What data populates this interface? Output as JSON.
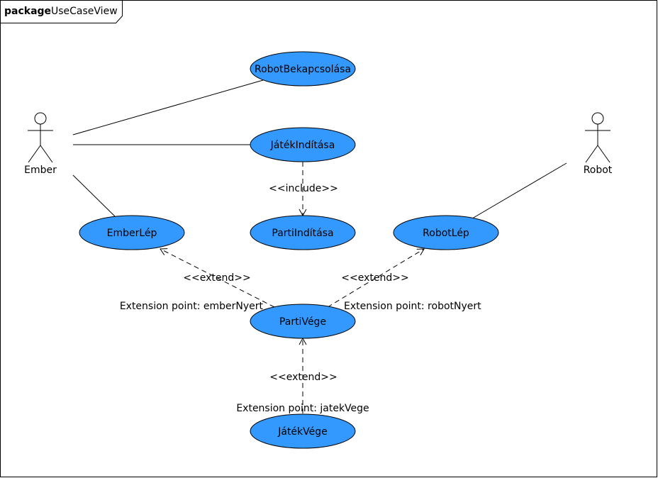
{
  "package": {
    "keyword": "package",
    "name": "UseCaseView"
  },
  "colors": {
    "usecase_fill": "#3399ff",
    "line": "#000000",
    "background": "#ffffff"
  },
  "actors": {
    "ember": {
      "label": "Ember"
    },
    "robot": {
      "label": "Robot"
    }
  },
  "use_cases": {
    "robot_bekapcsolasa": "RobotBekapcsolása",
    "jatek_inditasa": "JátékIndítása",
    "parti_inditasa": "PartiIndítása",
    "ember_lep": "EmberLép",
    "robot_lep": "RobotLép",
    "parti_vege": "PartiVége",
    "jatek_vege": "JátékVége"
  },
  "relations": {
    "include_label": "<<include>>",
    "extend_label": "<<extend>>"
  },
  "extension_points": {
    "ember_nyert": "Extension point: emberNyert",
    "robot_nyert": "Extension point: robotNyert",
    "jatek_vege": "Extension point: jatekVege"
  }
}
